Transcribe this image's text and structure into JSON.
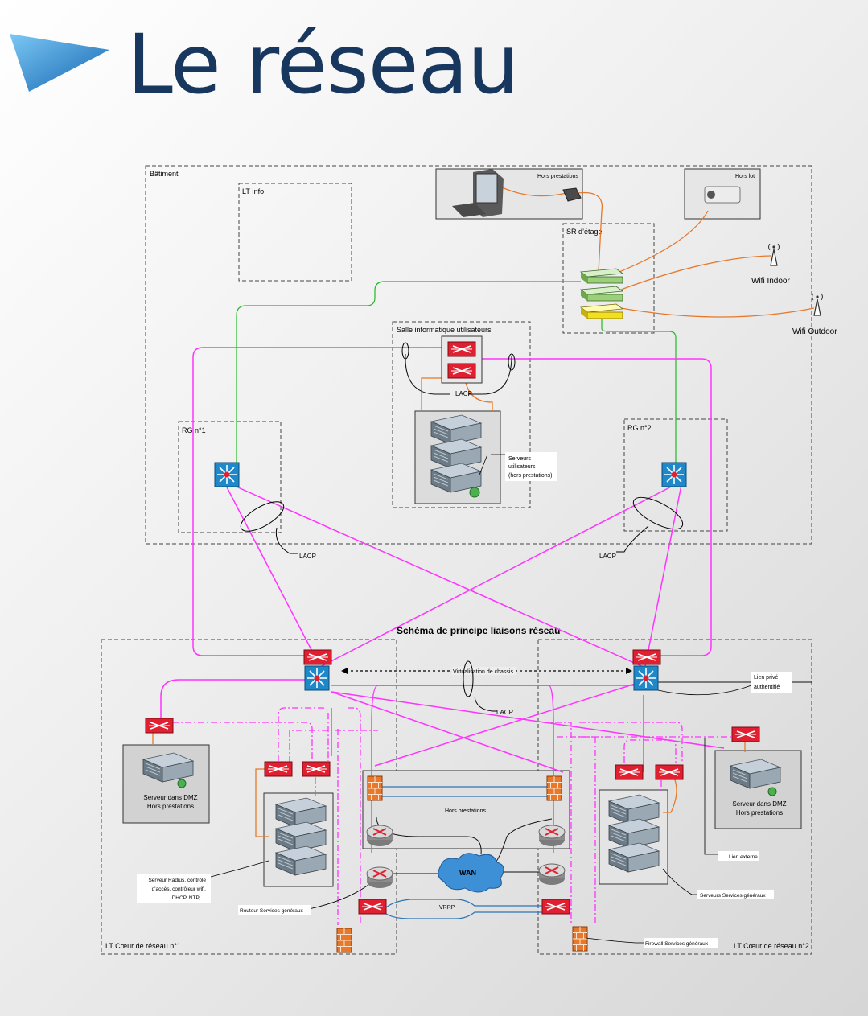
{
  "slide": {
    "title": "Le réseau"
  },
  "diagram": {
    "heading": "Schéma de principe liaisons réseau",
    "zones": {
      "batiment": "Bâtiment",
      "lt_info": "LT Info",
      "sr_etage": "SR d’étage",
      "salle_info": "Salle informatique utilisateurs",
      "rg1": "RG n°1",
      "rg2": "RG n°2",
      "lt_coeur1": "LT Cœur de réseau n°1",
      "lt_coeur2": "LT Cœur de réseau n°2",
      "hors_prestations_top": "Hors prestations",
      "hors_lot": "Hors lot",
      "hors_prestations_mid": "Hors prestations"
    },
    "labels": {
      "wifi_indoor": "Wifi Indoor",
      "wifi_outdoor": "Wifi Outdoor",
      "lacp_salle": "LACP",
      "lacp_left": "LACP",
      "lacp_right": "LACP",
      "lacp_core": "LACP",
      "serveurs_utilisateurs": [
        "Serveurs",
        "utilisateurs",
        "(hors prestations)"
      ],
      "virtualisation": "Virtualisation de chassis",
      "lien_prive": [
        "Lien privé",
        "authentifié"
      ],
      "serveur_dmz": [
        "Serveur dans DMZ",
        "Hors prestations"
      ],
      "wan": "WAN",
      "vrrp": "VRRP",
      "serveur_radius": [
        "Serveur Radius, contrôle",
        "d'accès, contrôleur wifi,",
        "DHCP, NTP, ..."
      ],
      "routeur_services": "Routeur Services généraux",
      "lien_externe": "Lien externe",
      "serveurs_services": "Serveurs Services généraux",
      "firewall_services": "Firewall Services généraux"
    },
    "colors": {
      "title": "#17375e",
      "arrow": "#2b8fd8",
      "fiber": "#ff33ff",
      "copper": "#e8782a",
      "green_link": "#22bb22",
      "blue_link": "#2e75b6",
      "switch_red": "#e02030",
      "l3_switch_blue": "#1e88c8"
    }
  }
}
